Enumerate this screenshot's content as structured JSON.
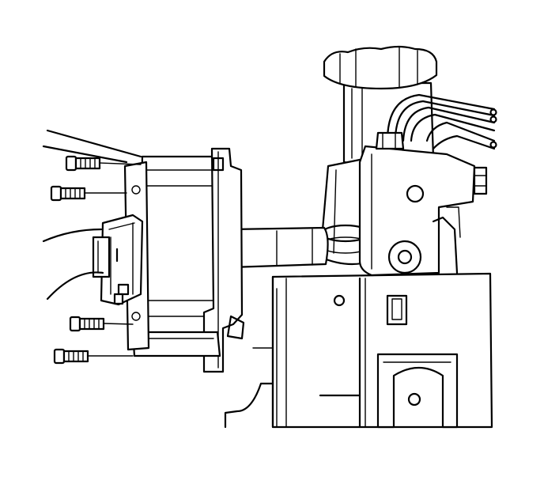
{
  "diagram": {
    "kind": "line-art technical illustration",
    "stroke_color": "#000000",
    "background_color": "#ffffff",
    "components": [
      {
        "name": "reservoir-cap",
        "visible": true
      },
      {
        "name": "master-cylinder",
        "visible": true
      },
      {
        "name": "brake-lines",
        "count": 4
      },
      {
        "name": "proportioning-valve",
        "visible": true
      },
      {
        "name": "mounting-bracket",
        "visible": true
      },
      {
        "name": "module-connector",
        "visible": true
      },
      {
        "name": "bolts",
        "count": 4
      },
      {
        "name": "frame-rail",
        "visible": true
      }
    ]
  }
}
